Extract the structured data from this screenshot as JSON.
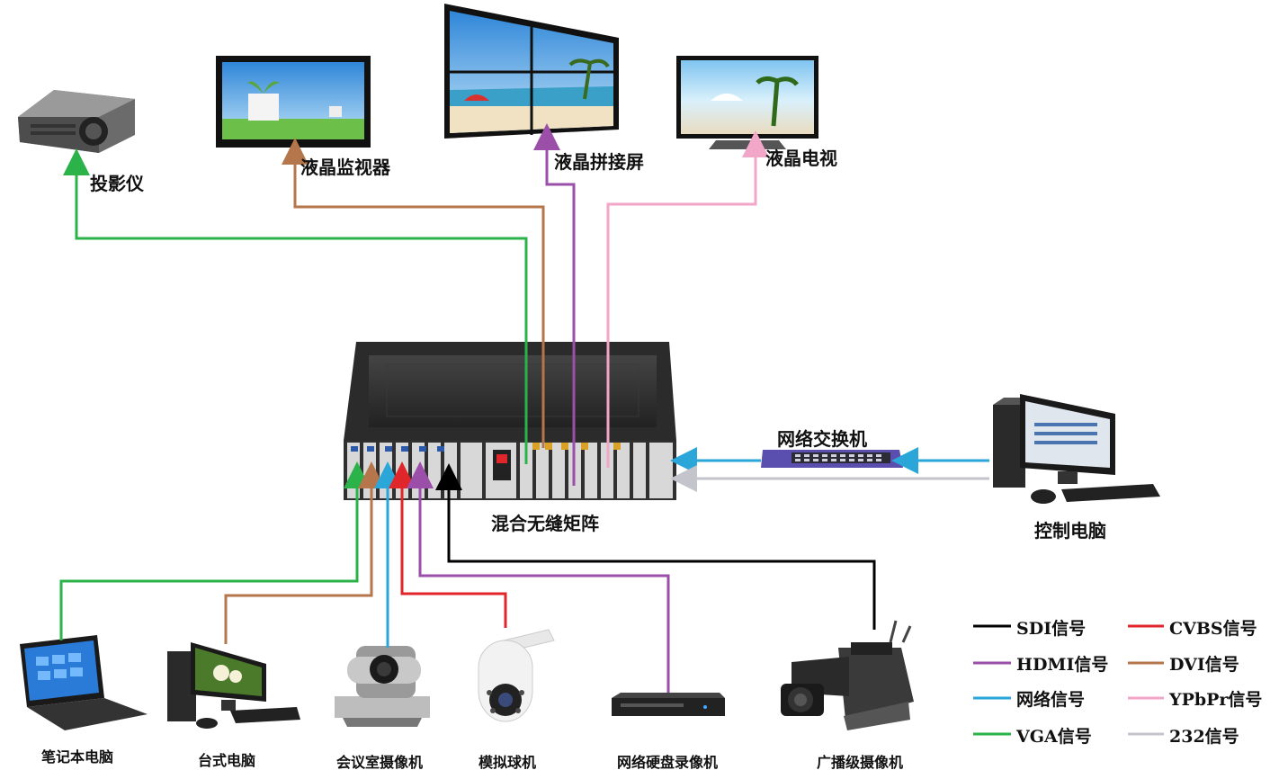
{
  "labels": {
    "projector": "投影仪",
    "lcd_monitor": "液晶监视器",
    "video_wall": "液晶拼接屏",
    "lcd_tv": "液晶电视",
    "matrix": "混合无缝矩阵",
    "switch": "网络交换机",
    "control_pc": "控制电脑",
    "laptop": "笔记本电脑",
    "desktop": "台式电脑",
    "conf_camera": "会议室摄像机",
    "dome_camera": "模拟球机",
    "nvr": "网络硬盘录像机",
    "broadcast_camera": "广播级摄像机"
  },
  "legend": [
    {
      "label": "SDI信号",
      "color": "#000000"
    },
    {
      "label": "CVBS信号",
      "color": "#e0262a"
    },
    {
      "label": "HDMI信号",
      "color": "#9b4fa8"
    },
    {
      "label": "DVI信号",
      "color": "#b5764c"
    },
    {
      "label": "网络信号",
      "color": "#2aa6d9"
    },
    {
      "label": "YPbPr信号",
      "color": "#f2a6c8"
    },
    {
      "label": "VGA信号",
      "color": "#2bb34a"
    },
    {
      "label": "232信号",
      "color": "#c4c4cc"
    }
  ],
  "colors": {
    "sdi": "#000000",
    "cvbs": "#e0262a",
    "hdmi": "#9b4fa8",
    "dvi": "#b5764c",
    "network": "#2aa6d9",
    "ypbpr": "#f2a6c8",
    "vga": "#2bb34a",
    "rs232": "#c4c4cc"
  }
}
